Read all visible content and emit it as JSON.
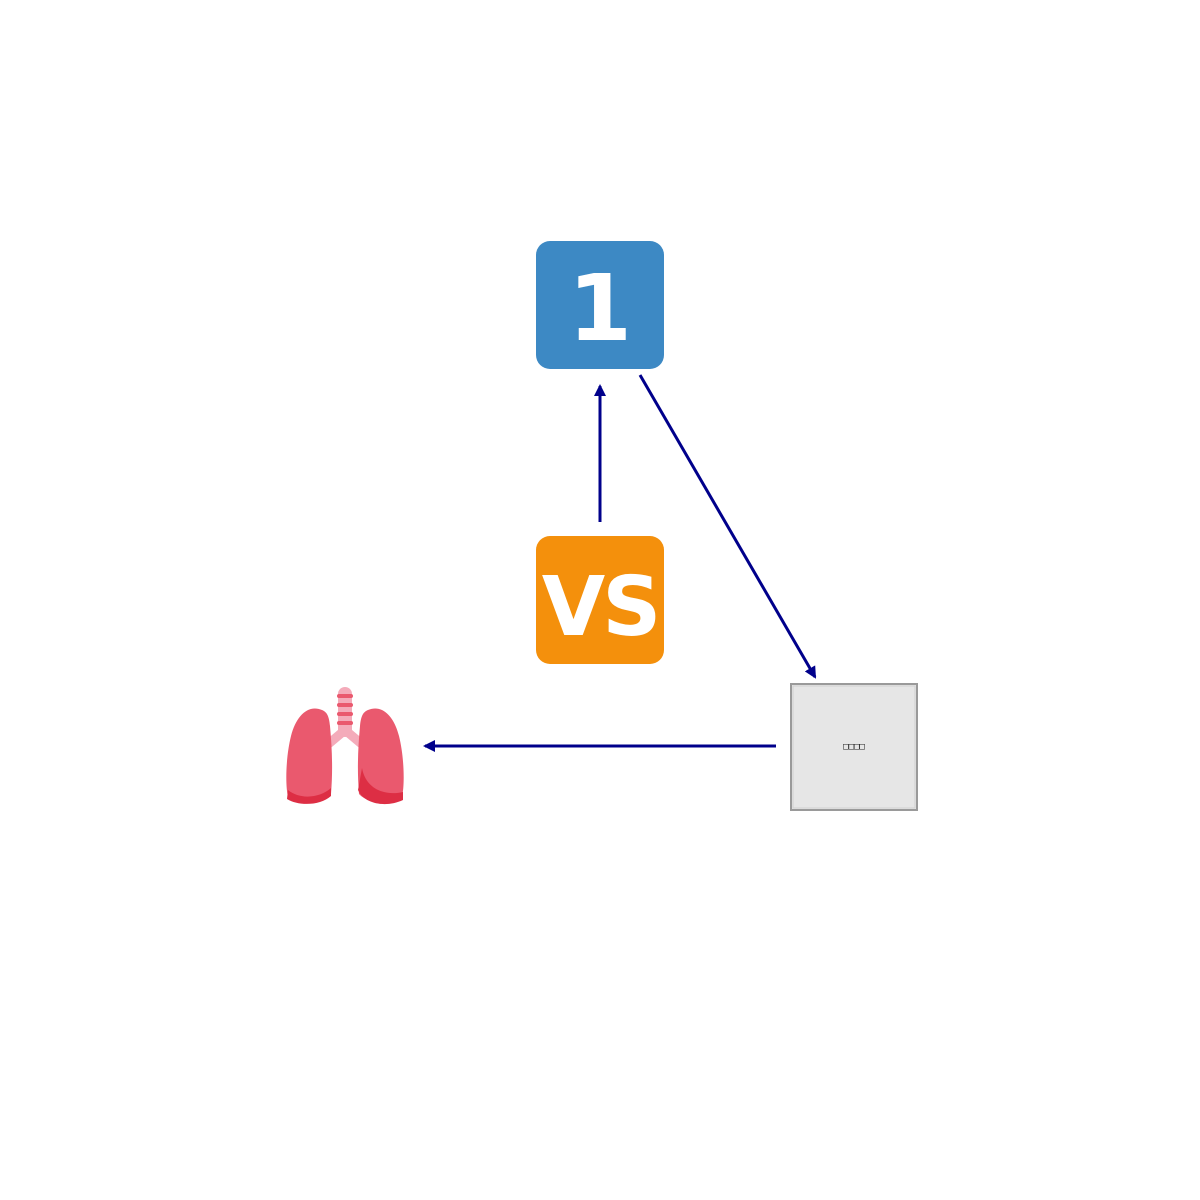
{
  "nodes": {
    "keycap_one": {
      "label": "1",
      "icon": "keycap-digit-one-icon",
      "color": "#3d89c4"
    },
    "vs_button": {
      "label": "VS",
      "icon": "vs-button-icon",
      "color": "#f4900c"
    },
    "unknown_glyph": {
      "label": "□□□□",
      "icon": "missing-glyph-box",
      "color": "#e6e6e6"
    },
    "lungs": {
      "icon": "lungs-icon",
      "color": "#ea596e"
    }
  },
  "edges": [
    {
      "from": "vs_button",
      "to": "keycap_one"
    },
    {
      "from": "keycap_one",
      "to": "unknown_glyph"
    },
    {
      "from": "unknown_glyph",
      "to": "lungs"
    }
  ],
  "colors": {
    "arrow": "#00008b"
  }
}
